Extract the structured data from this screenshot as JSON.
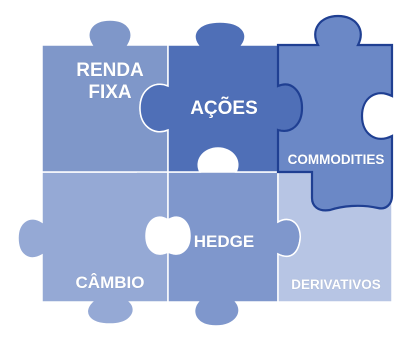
{
  "pieces": [
    {
      "id": "renda",
      "label_lines": [
        "RENDA",
        "FIXA"
      ],
      "color": "#7f97c9"
    },
    {
      "id": "acoes",
      "label_lines": [
        "AÇÕES"
      ],
      "color": "#4f6fb7"
    },
    {
      "id": "commodities",
      "label_lines": [
        "COMMODITIES"
      ],
      "color": "#6b88c6",
      "outline": "#1f3f92"
    },
    {
      "id": "cambio",
      "label_lines": [
        "CÂMBIO"
      ],
      "color": "#95a9d5"
    },
    {
      "id": "hedge",
      "label_lines": [
        "HEDGE"
      ],
      "color": "#7f97cc"
    },
    {
      "id": "derivativos",
      "label_lines": [
        "DERIVATIVOS"
      ],
      "color": "#b7c5e4"
    }
  ]
}
